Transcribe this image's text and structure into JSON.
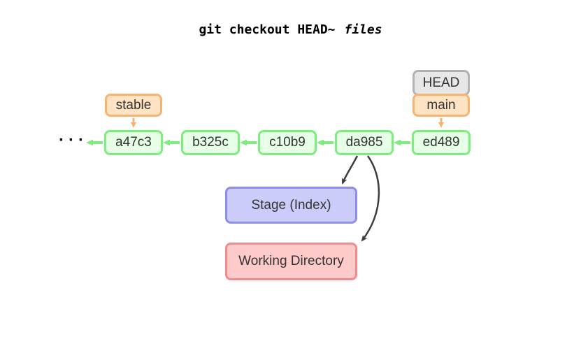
{
  "title": {
    "command": "git checkout HEAD~",
    "argument": "files"
  },
  "ellipsis": "···",
  "refs": {
    "head_label": "HEAD",
    "main_label": "main",
    "stable_label": "stable"
  },
  "commits": [
    {
      "id": "a47c3"
    },
    {
      "id": "b325c"
    },
    {
      "id": "c10b9"
    },
    {
      "id": "da985"
    },
    {
      "id": "ed489"
    }
  ],
  "areas": {
    "stage_label": "Stage (Index)",
    "working_label": "Working Directory"
  },
  "colors": {
    "commit_fill": "#e6ffe6",
    "commit_border": "#7dee7d",
    "ref_fill": "#ffe3c3",
    "ref_border": "#f6b473",
    "head_fill": "#e7e7e7",
    "head_border": "#b3b3b3",
    "stage_fill": "#ccccfa",
    "stage_border": "#8d8dec",
    "working_fill": "#ffcaca",
    "working_border": "#f28b8b",
    "dark_arrow": "#3d3d3d"
  }
}
